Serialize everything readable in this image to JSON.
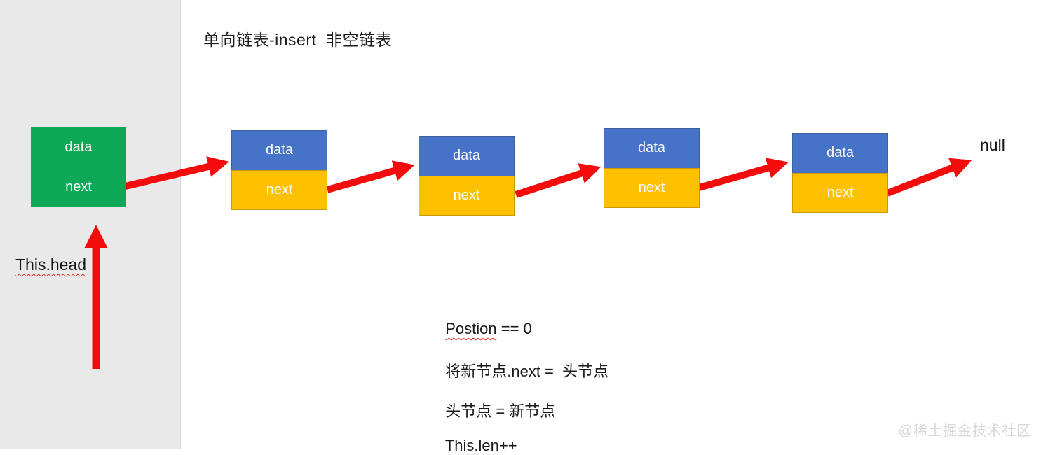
{
  "title": "单向链表-insert  非空链表",
  "diagram": {
    "head_node": {
      "data_label": "data",
      "next_label": "next"
    },
    "nodes": [
      {
        "data_label": "data",
        "next_label": "next"
      },
      {
        "data_label": "data",
        "next_label": "next"
      },
      {
        "data_label": "data",
        "next_label": "next"
      },
      {
        "data_label": "data",
        "next_label": "next"
      }
    ],
    "null_label": "null",
    "head_pointer_label": "This.head"
  },
  "notes": {
    "line1": {
      "wavy": "Postion",
      "plain": " == 0"
    },
    "line2": {
      "wavy": "",
      "plain": "将新节点.next =  头节点"
    },
    "line3": {
      "wavy": "",
      "plain": "头节点 = 新节点"
    },
    "line4": {
      "wavy": "This.len",
      "plain": "++"
    }
  },
  "watermark": "@稀土掘金技术社区",
  "colors": {
    "sidebar": "#e9e9e9",
    "head_node_green": "#0ea956",
    "node_blue": "#4673c8",
    "node_yellow": "#fdc101",
    "arrow_red": "#f40b0b",
    "squiggle_red": "#e02b2b",
    "watermark_gray": "#d7d7d7"
  }
}
